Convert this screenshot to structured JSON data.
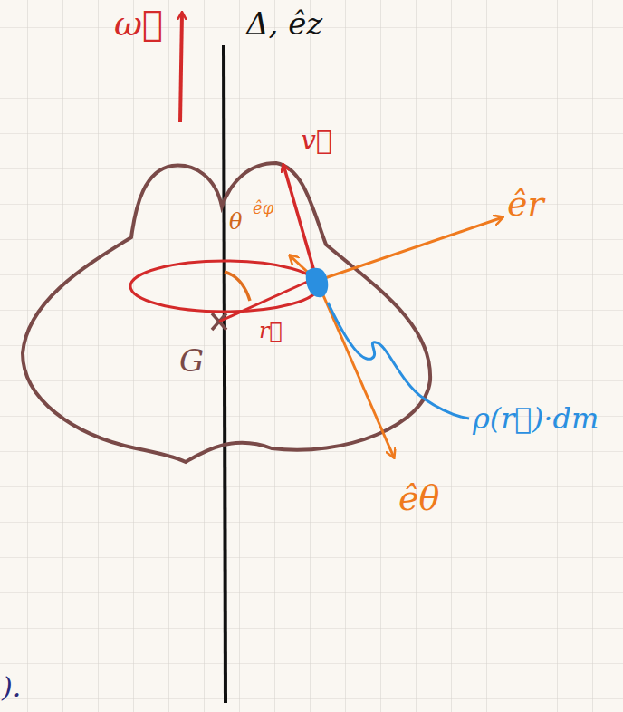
{
  "diagram": {
    "labels": [
      "ω⃗",
      "Δ, êz",
      "θ",
      "êφ",
      "v⃗",
      "êr",
      "r⃗",
      "G",
      "ρ(r⃗)·dm",
      "êθ",
      ")."
    ]
  }
}
